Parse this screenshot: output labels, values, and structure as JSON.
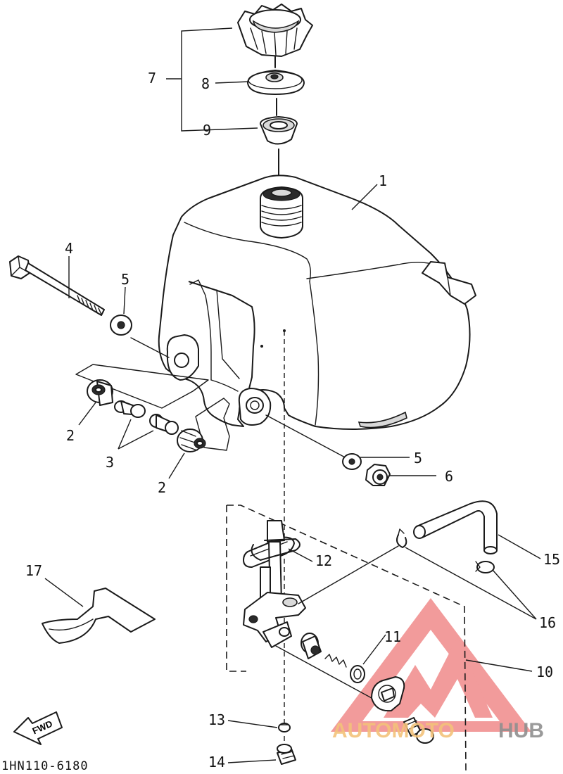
{
  "callouts": [
    {
      "id": "c1",
      "text": "1"
    },
    {
      "id": "c2a",
      "text": "2"
    },
    {
      "id": "c2b",
      "text": "2"
    },
    {
      "id": "c3",
      "text": "3"
    },
    {
      "id": "c4",
      "text": "4"
    },
    {
      "id": "c5a",
      "text": "5"
    },
    {
      "id": "c5b",
      "text": "5"
    },
    {
      "id": "c6",
      "text": "6"
    },
    {
      "id": "c7",
      "text": "7"
    },
    {
      "id": "c8",
      "text": "8"
    },
    {
      "id": "c9",
      "text": "9"
    },
    {
      "id": "c10",
      "text": "10"
    },
    {
      "id": "c11",
      "text": "11"
    },
    {
      "id": "c12",
      "text": "12"
    },
    {
      "id": "c13",
      "text": "13"
    },
    {
      "id": "c14",
      "text": "14"
    },
    {
      "id": "c15",
      "text": "15"
    },
    {
      "id": "c16",
      "text": "16"
    },
    {
      "id": "c17",
      "text": "17"
    }
  ],
  "fwd_label": "FWD",
  "diagram_code": "1HN110-6180",
  "watermark": {
    "part1": "AUTOMOTO",
    "part2": "HUB",
    "color_primary": "#f08a8a",
    "color_secondary": "#f3c27a",
    "color_tertiary": "#8f8f8f"
  }
}
